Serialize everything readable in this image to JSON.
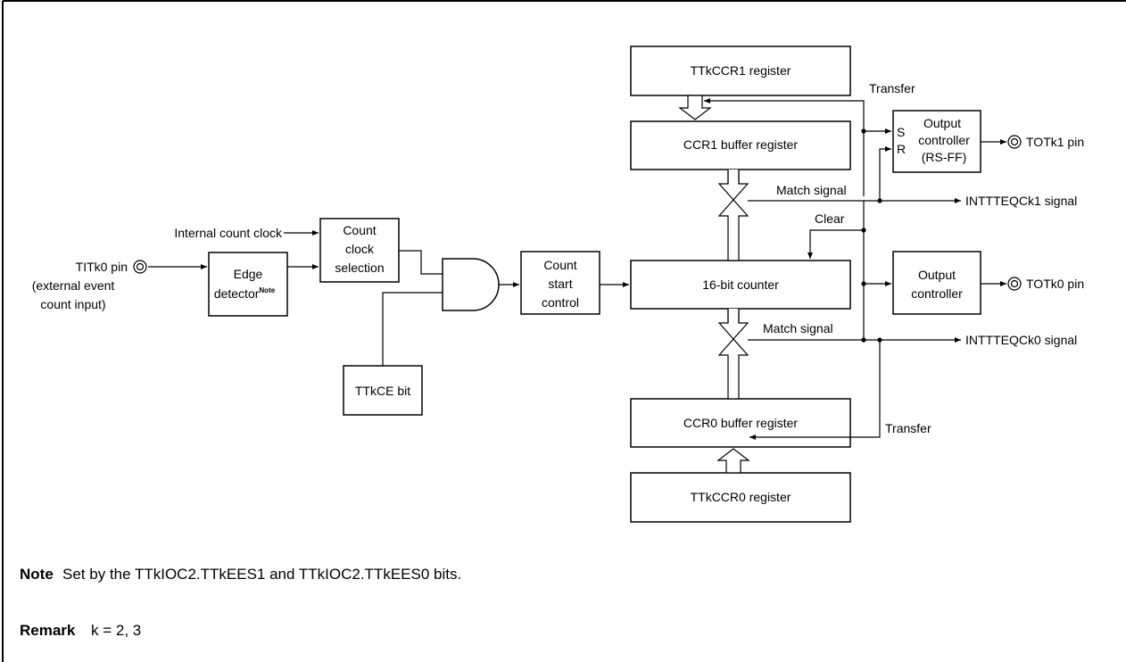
{
  "blocks": {
    "ttkccr1_register": "TTkCCR1 register",
    "ccr1_buffer": "CCR1 buffer register",
    "output_controller_rs": [
      "Output",
      "controller",
      "(RS-FF)"
    ],
    "sr_inputs": [
      "S",
      "R"
    ],
    "count_clock_selection": [
      "Count",
      "clock",
      "selection"
    ],
    "edge_detector": "Edge",
    "edge_detector_line2": "detector",
    "edge_detector_sup": "Note",
    "count_start_control": [
      "Count",
      "start",
      "control"
    ],
    "counter16": "16-bit counter",
    "output_controller": [
      "Output",
      "controller"
    ],
    "ttkce_bit": "TTkCE bit",
    "ccr0_buffer": "CCR0 buffer register",
    "ttkccr0_register": "TTkCCR0 register"
  },
  "signals": {
    "internal_count_clock": "Internal count clock",
    "titk0_pin": [
      "TITk0 pin",
      "(external event",
      "count input)"
    ],
    "transfer_top": "Transfer",
    "transfer_bottom": "Transfer",
    "match_signal_1": "Match signal",
    "match_signal_0": "Match signal",
    "clear": "Clear",
    "totk1_pin": "TOTk1 pin",
    "totk0_pin": "TOTk0 pin",
    "intttteqck1": "INTTTEQCk1 signal",
    "intttteqck0": "INTTTEQCk0 signal"
  },
  "note": {
    "label": "Note",
    "text": "Set by the TTkIOC2.TTkEES1 and TTkIOC2.TTkEES0 bits."
  },
  "remark": {
    "label": "Remark",
    "text": "k = 2, 3"
  }
}
